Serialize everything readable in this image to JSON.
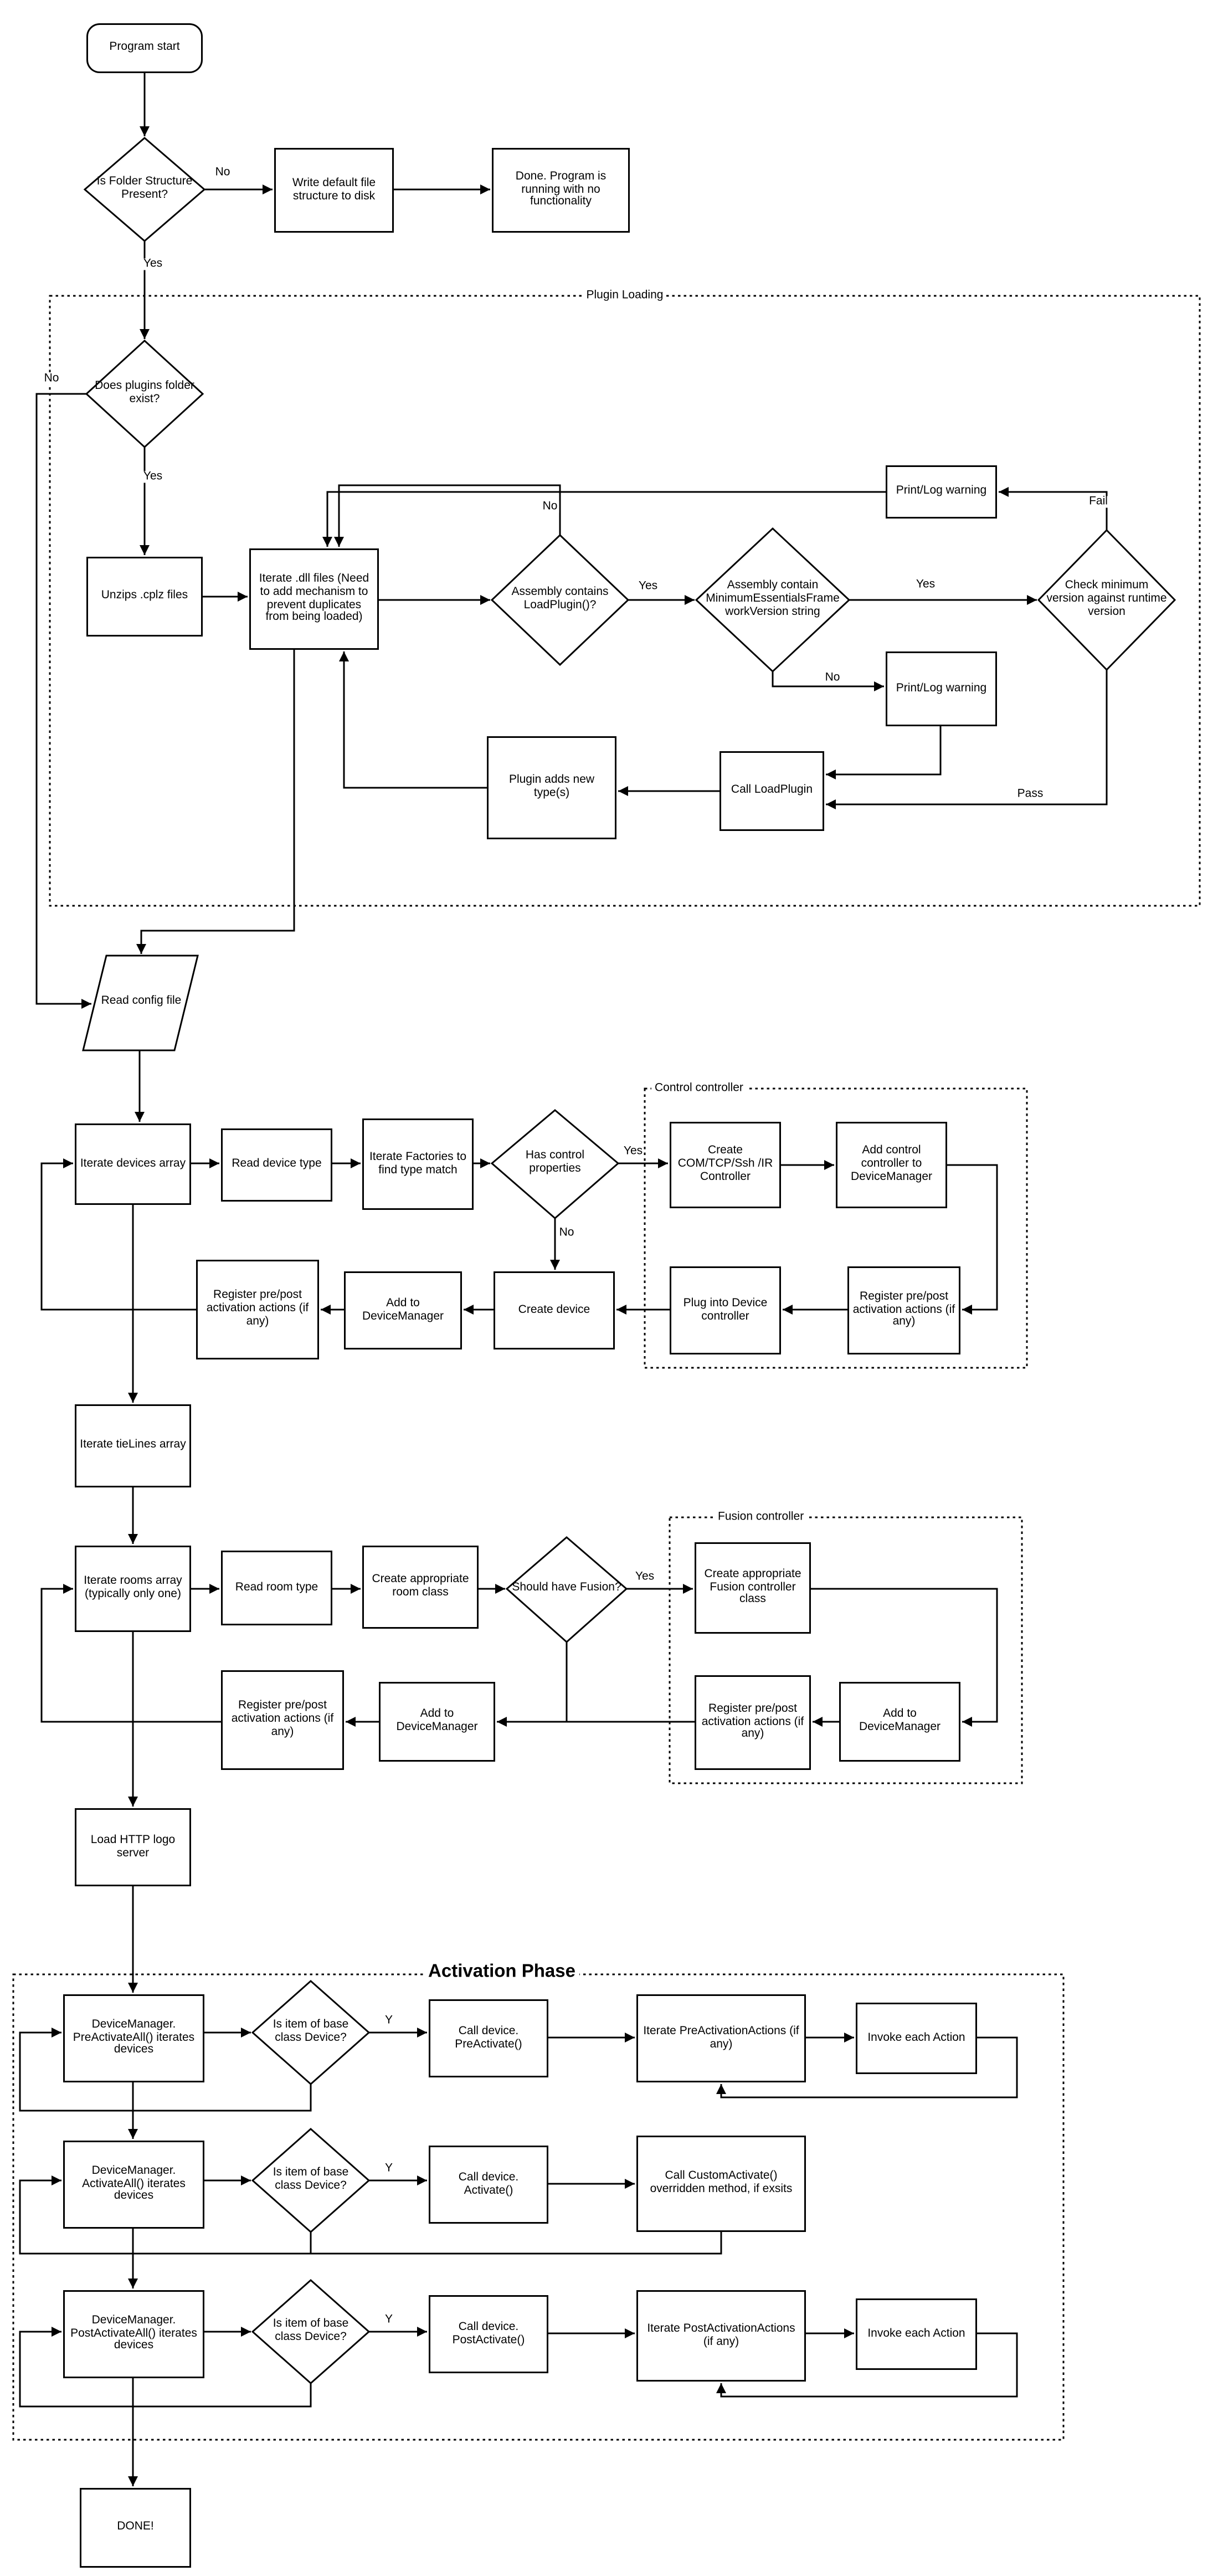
{
  "sections": {
    "plugin_loading": "Plugin Loading",
    "control_controller": "Control controller",
    "fusion_controller": "Fusion controller",
    "activation_phase": "Activation Phase"
  },
  "nodes": {
    "program_start": "Program start",
    "is_folder_structure": "Is Folder Structure Present?",
    "write_default": "Write default file structure to disk",
    "done_no_functionality": "Done.  Program is running with no functionality",
    "does_plugins_folder_exist": "Does plugins folder exist?",
    "unzips_cplz": "Unzips .cplz files",
    "iterate_dll": "Iterate .dll files (Need to add mechanism to prevent duplicates from being loaded)",
    "assembly_contains_loadplugin": "Assembly contains LoadPlugin()?",
    "assembly_contains_minver": "Assembly contain MinimumEssentialsFrameworkVersion string",
    "check_min_version": "Check minimum version against runtime version",
    "printlog_warning_fail": "Print/Log warning",
    "printlog_warning_no": "Print/Log warning",
    "call_loadplugin": "Call LoadPlugin",
    "plugin_adds_types": "Plugin adds new type(s)",
    "read_config": "Read config file",
    "iterate_devices": "Iterate devices array",
    "read_device_type": "Read device type",
    "iterate_factories": "Iterate Factories to find type match",
    "has_control_properties": "Has control properties",
    "create_com_controller": "Create COM/TCP/Ssh /IR Controller",
    "add_control_controller": "Add control controller to DeviceManager",
    "register_prepost_control": "Register pre/post activation actions (if any)",
    "plug_into_device_controller": "Plug into Device controller",
    "create_device": "Create device",
    "add_to_devicemanager_device": "Add to DeviceManager",
    "register_prepost_device": "Register pre/post activation actions (if any)",
    "iterate_tielines": "Iterate tieLines array",
    "iterate_rooms": "Iterate rooms array (typically only one)",
    "read_room_type": "Read room type",
    "create_room_class": "Create appropriate room class",
    "should_have_fusion": "Should have Fusion?",
    "create_fusion_controller": "Create appropriate Fusion controller class",
    "register_prepost_fusion": "Register pre/post activation actions (if any)",
    "add_to_devicemanager_fusion": "Add to DeviceManager",
    "add_to_devicemanager_room": "Add to DeviceManager",
    "register_prepost_room": "Register pre/post activation actions (if any)",
    "load_http_logo": "Load HTTP logo server",
    "dm_preactivateall": "DeviceManager. PreActivateAll() iterates devices",
    "is_base_device_1": "Is item of base class Device?",
    "call_preactivate": "Call device. PreActivate()",
    "iterate_preactivation": "Iterate PreActivationActions (if any)",
    "invoke_each_action_1": "Invoke each Action",
    "dm_activateall": "DeviceManager. ActivateAll() iterates devices",
    "is_base_device_2": "Is item of base class Device?",
    "call_activate": "Call device. Activate()",
    "call_customactivate": "Call CustomActivate() overridden method, if exsits",
    "dm_postactivateall": "DeviceManager. PostActivateAll() iterates devices",
    "is_base_device_3": "Is item of base class Device?",
    "call_postactivate": "Call device. PostActivate()",
    "iterate_postactivation": "Iterate PostActivationActions (if any)",
    "invoke_each_action_2": "Invoke each Action",
    "done": "DONE!"
  },
  "edge_labels": {
    "folder_no": "No",
    "folder_yes": "Yes",
    "plugins_no": "No",
    "plugins_yes": "Yes",
    "loadplugin_no": "No",
    "loadplugin_yes": "Yes",
    "minver_yes": "Yes",
    "minver_no": "No",
    "version_fail": "Fail",
    "version_pass": "Pass",
    "control_yes": "Yes",
    "control_no": "No",
    "fusion_yes": "Yes",
    "base1_y": "Y",
    "base2_y": "Y",
    "base3_y": "Y"
  }
}
